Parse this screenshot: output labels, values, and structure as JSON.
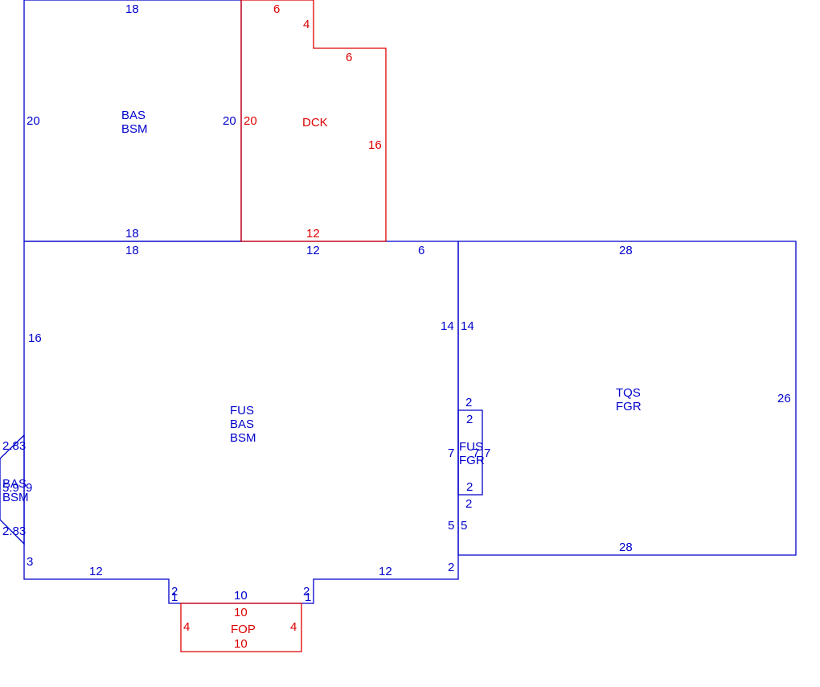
{
  "colors": {
    "blue": "#0000cc",
    "red": "#dd0000"
  },
  "areas": [
    {
      "id": "bas-top",
      "color": "blue",
      "labels": [
        "BAS",
        "BSM"
      ],
      "dims": [
        "18",
        "20",
        "20",
        "18"
      ]
    },
    {
      "id": "dck",
      "color": "red",
      "labels": [
        "DCK"
      ],
      "dims": [
        "6",
        "4",
        "6",
        "16",
        "20",
        "12"
      ]
    },
    {
      "id": "main",
      "color": "blue",
      "labels": [
        "FUS",
        "BAS",
        "BSM"
      ],
      "dims": [
        "18",
        "12",
        "6",
        "16",
        "14",
        "7",
        "5",
        "2",
        "12",
        "2",
        "1",
        "10",
        "1",
        "2",
        "12",
        "3"
      ]
    },
    {
      "id": "bay",
      "color": "blue",
      "labels": [
        "BAS",
        "BSM"
      ],
      "dims": [
        "2.83",
        "5.9",
        "9",
        "2.83"
      ]
    },
    {
      "id": "tqs",
      "color": "blue",
      "labels": [
        "TQS",
        "FGR"
      ],
      "dims": [
        "28",
        "14",
        "2",
        "2",
        "26",
        "5",
        "28"
      ]
    },
    {
      "id": "small",
      "color": "blue",
      "labels": [
        "FUS",
        "FGR"
      ],
      "dims": [
        "2",
        "2",
        "7",
        "7"
      ]
    },
    {
      "id": "fop",
      "color": "red",
      "labels": [
        "FOP"
      ],
      "dims": [
        "10",
        "4",
        "4",
        "10"
      ]
    }
  ]
}
